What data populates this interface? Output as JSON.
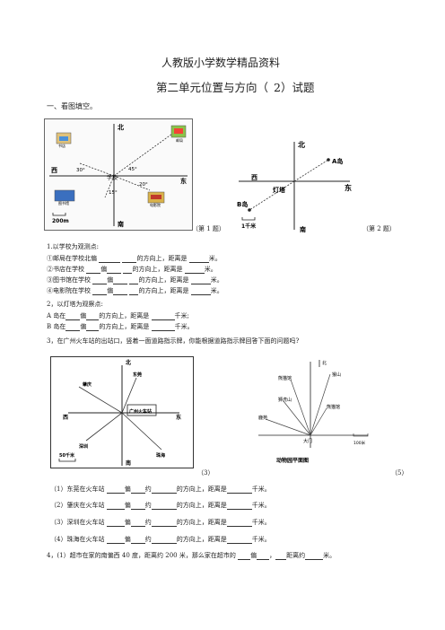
{
  "header": {
    "title": "人教版小学数学精品资料",
    "subtitle_prefix": "第二单元位置与方向（",
    "subtitle_num": "2",
    "subtitle_suffix": "）试题"
  },
  "section1": {
    "heading": "一、看图填空。"
  },
  "map1": {
    "north": "北",
    "south": "南",
    "east": "东",
    "west": "西",
    "center": "学校",
    "angle_a": "30°",
    "angle_b": "45°",
    "angle_c": "20°",
    "angle_d": "15°",
    "scale": "200m",
    "building_1": "邮局",
    "building_2": "书店",
    "building_3": "图书馆",
    "building_4": "电影院",
    "caption": "（第 1 题）"
  },
  "map2": {
    "north": "北",
    "south": "南",
    "east": "东",
    "west": "西",
    "center": "灯塔",
    "island_a": "A岛",
    "island_b": "B岛",
    "scale": "1千米",
    "caption": "（第 2 题）"
  },
  "q1": {
    "heading": "1.以学校为观测点:",
    "l1a": "①邮局在学校北偏",
    "l1b": "的方向上，距离是",
    "l1c": "米。",
    "l2a": "②书店在学校",
    "l2b": "偏",
    "l2c": "的方向上，距离是",
    "l2d": "米。",
    "l3a": "③图书馆在学校",
    "l3b": "偏",
    "l3c": "的方向上，距离是",
    "l3d": "米。",
    "l4a": "④电影院在学校",
    "l4b": "偏",
    "l4c": "的方向上，距离是",
    "l4d": "米。"
  },
  "q2": {
    "heading": "2，以灯塔为观察点:",
    "l1a": "A 岛在",
    "l1b": "偏",
    "l1c": "的方向上，距离是",
    "l1d": "千米;",
    "l2a": "B 岛在",
    "l2b": "偏",
    "l2c": "的方向上，距离是",
    "l2d": "千米。"
  },
  "q3": {
    "heading": "3，在广州火车站的出站口，竖着一面道路指示牌，你能根据道路指示牌回答下面的问题吗?"
  },
  "map3": {
    "north": "北",
    "south": "南",
    "east": "东",
    "west": "西",
    "center": "广州火车站",
    "city_1": "东莞",
    "city_2": "深圳",
    "city_3": "珠海",
    "city_4": "肇庆",
    "scale": "50千米",
    "caption": "（3）"
  },
  "map5": {
    "north": "北",
    "place_1": "猴山",
    "place_2": "熊猫馆",
    "place_3": "狮虎山",
    "place_4": "熊猫馆",
    "place_5": "鹿苑",
    "place_6": "大门",
    "scale": "100米",
    "title": "动物园平面图",
    "caption": "（5）"
  },
  "q3_items": [
    {
      "label": "（1）东莞在火车站",
      "b": "偏",
      "c": "约",
      "d": "的方向上，距离是",
      "e": "千米。"
    },
    {
      "label": "（2）肇庆在火车站",
      "b": "偏",
      "c": "约",
      "d": "的方向上，距离是",
      "e": "千米。"
    },
    {
      "label": "（3）深圳在火车站",
      "b": "偏",
      "c": "约",
      "d": "的方向上，距离是",
      "e": "千米。"
    },
    {
      "label": "（4）珠海在火车站",
      "b": "偏",
      "c": "约",
      "d": "的方向上，距离是",
      "e": "千米。"
    }
  ],
  "q4": {
    "a": "4，(1）超市在家的南偏西",
    "b": "40 度，距离约",
    "c": "200 米，那么家在超市的",
    "d": "偏",
    "e": "，",
    "f": "距离约",
    "g": "米。"
  }
}
